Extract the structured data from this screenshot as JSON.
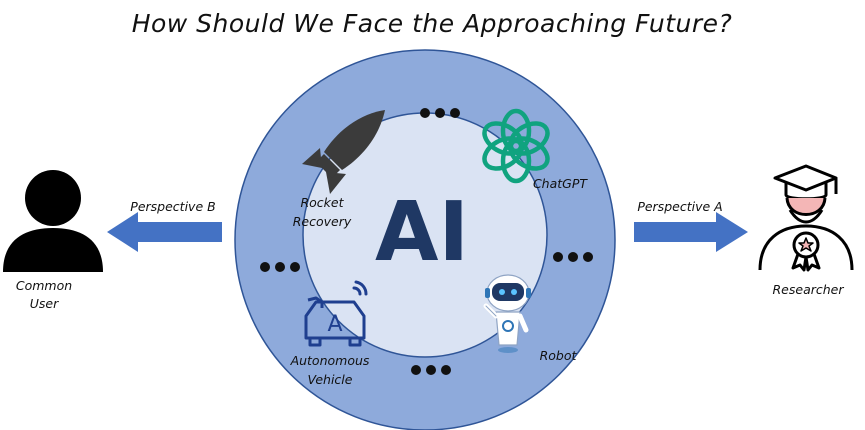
{
  "title": "How Should We Face the Approaching Future?",
  "center": {
    "label": "AI",
    "items": [
      {
        "key": "rocket",
        "label_lines": [
          "Rocket",
          "Recovery"
        ],
        "icon": "rocket-icon"
      },
      {
        "key": "chatgpt",
        "label_lines": [
          "ChatGPT"
        ],
        "icon": "chatgpt-icon"
      },
      {
        "key": "vehicle",
        "label_lines": [
          "Autonomous",
          "Vehicle"
        ],
        "icon": "autonomous-vehicle-icon"
      },
      {
        "key": "robot",
        "label_lines": [
          "Robot"
        ],
        "icon": "robot-icon"
      }
    ],
    "ellipsis": "•••"
  },
  "left": {
    "arrow_label": "Perspective B",
    "person_lines": [
      "Common",
      "User"
    ],
    "icon": "user-icon"
  },
  "right": {
    "arrow_label": "Perspective A",
    "person_lines": [
      "Researcher"
    ],
    "icon": "researcher-icon"
  },
  "colors": {
    "outer_ring": "#8eaadb",
    "inner_circle": "#dae3f3",
    "arrow": "#4472c4",
    "ai_text": "#1f3864",
    "chatgpt": "#10a37f",
    "rocket": "#3b3b3b",
    "vehicle": "#1f3f8f",
    "robot_blue": "#2e75b6",
    "researcher_accent": "#f4b6b6"
  }
}
